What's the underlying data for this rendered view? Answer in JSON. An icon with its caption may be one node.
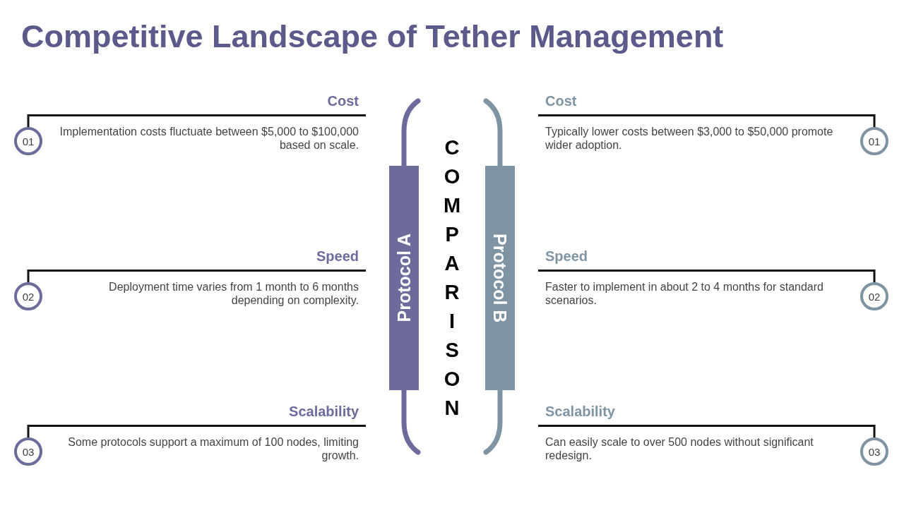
{
  "diagram": {
    "title": "Competitive Landscape of Tether Management",
    "nodes": [
      {
        "text": [
          "Protocol A"
        ]
      },
      {
        "text": [
          "Protocol B"
        ]
      },
      {
        "text": [
          "01"
        ]
      },
      {
        "text": [
          "Cost",
          "Implementation costs fluctuate between $5,000 to $100,000 based on scale."
        ]
      },
      {
        "text": [
          "02"
        ]
      },
      {
        "text": [
          "Speed",
          "Deployment time varies from 1 month to 6 months depending on complexity."
        ]
      },
      {
        "text": [
          "03"
        ]
      },
      {
        "text": [
          "Scalability",
          "Some protocols support a maximum of 100 nodes, limiting growth."
        ]
      },
      {
        "text": [
          "01"
        ]
      },
      {
        "text": [
          "Cost",
          "Typically lower costs between $3,000 to $50,000 promote wider adoption."
        ]
      },
      {
        "text": [
          "02"
        ]
      },
      {
        "text": [
          "Speed",
          "Faster to implement in about 2 to 4 months for standard scenarios."
        ]
      },
      {
        "text": [
          "03"
        ]
      },
      {
        "text": [
          "Scalability",
          "Can easily scale to over 500 nodes without significant redesign."
        ]
      }
    ],
    "edges": [
      {
        "from": 2,
        "to": 3,
        "arrow": "none"
      },
      {
        "from": 4,
        "to": 5,
        "arrow": "none"
      },
      {
        "from": 6,
        "to": 7,
        "arrow": "none"
      },
      {
        "from": 8,
        "to": 9,
        "arrow": "none"
      },
      {
        "from": 10,
        "to": 11,
        "arrow": "none"
      },
      {
        "from": 12,
        "to": 13,
        "arrow": "none"
      }
    ],
    "labels": [
      "COMPARISON"
    ]
  }
}
